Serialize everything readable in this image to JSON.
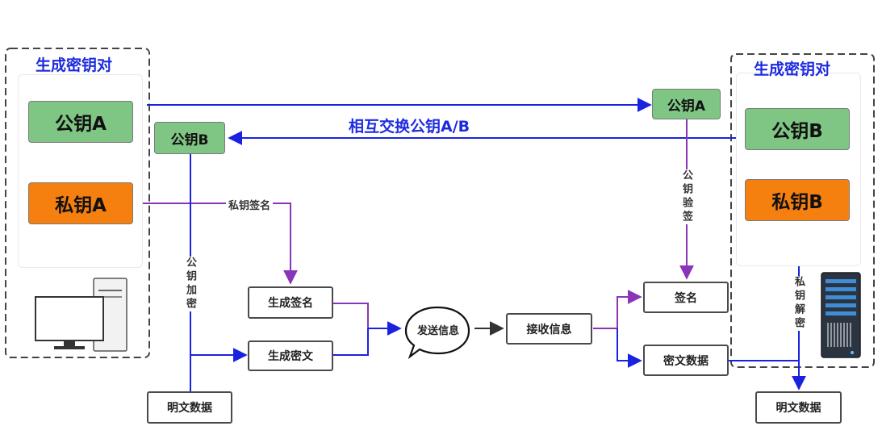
{
  "left_group": {
    "title": "生成密钥对",
    "public_key": "公钥A",
    "private_key": "私钥A"
  },
  "right_group": {
    "title": "生成密钥对",
    "public_key": "公钥B",
    "private_key": "私钥B"
  },
  "exchange_label": "相互交换公钥A/B",
  "received_key_a": "公钥A",
  "received_key_b": "公钥B",
  "sign_label": "私钥签名",
  "encrypt_label": "公钥加密",
  "verify_label": "公钥验签",
  "decrypt_label": "私钥解密",
  "generate_signature": "生成签名",
  "generate_ciphertext": "生成密文",
  "send_message": "发送信息",
  "receive_message": "接收信息",
  "signature": "签名",
  "ciphertext_data": "密文数据",
  "plaintext_left": "明文数据",
  "plaintext_right": "明文数据",
  "colors": {
    "blue_arrow": "#1a22e0",
    "purple_arrow": "#8a35b8",
    "green_box": "#7fc583",
    "orange_box": "#f57f0f",
    "title_blue": "#1d2be0"
  },
  "icons": [
    "desktop-computer-icon",
    "server-rack-icon",
    "speech-bubble-icon"
  ]
}
